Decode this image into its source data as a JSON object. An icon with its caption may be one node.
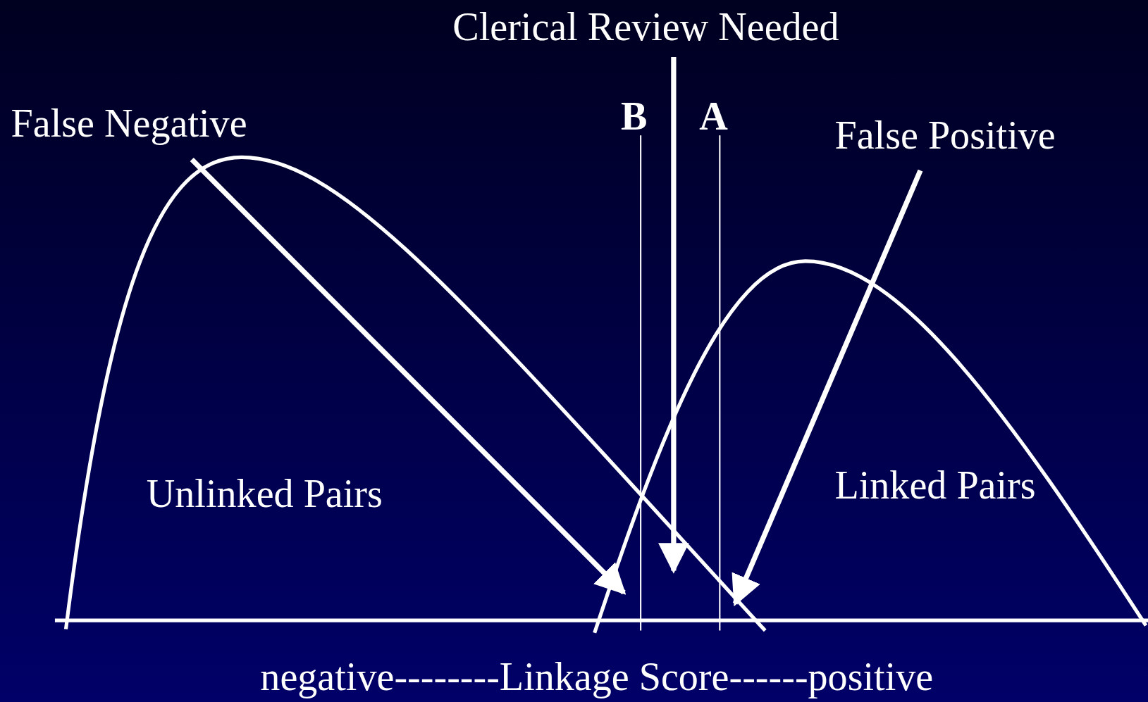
{
  "diagram": {
    "nodes": [
      {
        "text": [
          "False Negative"
        ]
      },
      {
        "text": [
          "Clerical Review Needed"
        ]
      },
      {
        "text": [
          "False Positive"
        ]
      }
    ],
    "edges": [
      {
        "from": 0,
        "to": null,
        "arrow": "to"
      },
      {
        "from": 1,
        "to": null,
        "arrow": "to"
      },
      {
        "from": 2,
        "to": null,
        "arrow": "to"
      }
    ],
    "labels": [
      "B",
      "A",
      "Unlinked Pairs",
      "Linked Pairs",
      "negative--------Linkage Score------positive"
    ]
  }
}
